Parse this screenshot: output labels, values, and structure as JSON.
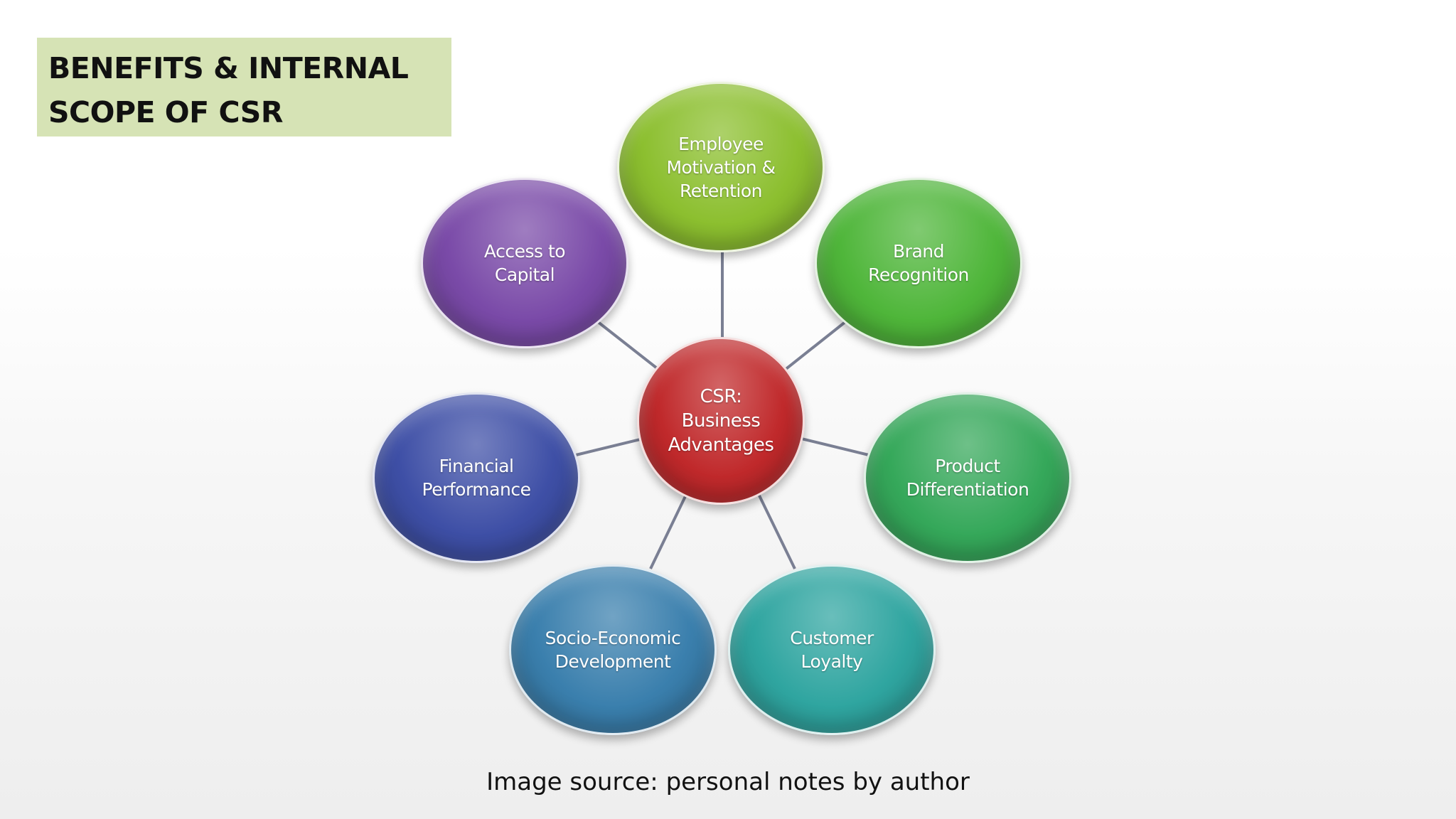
{
  "title": {
    "line1": "BENEFITS & INTERNAL",
    "line2": "SCOPE OF CSR"
  },
  "diagram": {
    "center": {
      "label": "CSR:\nBusiness\nAdvantages",
      "color": "#c0292b"
    },
    "nodes": [
      {
        "label": "Employee\nMotivation &\nRetention",
        "color": "#8cbf2f"
      },
      {
        "label": "Brand\nRecognition",
        "color": "#4fb63a"
      },
      {
        "label": "Product\nDifferentiation",
        "color": "#35a85a"
      },
      {
        "label": "Customer\nLoyalty",
        "color": "#2fa5a0"
      },
      {
        "label": "Socio-Economic\nDevelopment",
        "color": "#3a7fad"
      },
      {
        "label": "Financial\nPerformance",
        "color": "#3e4fa6"
      },
      {
        "label": "Access to\nCapital",
        "color": "#7a4aa8"
      }
    ]
  },
  "caption": "Image source: personal notes by author"
}
